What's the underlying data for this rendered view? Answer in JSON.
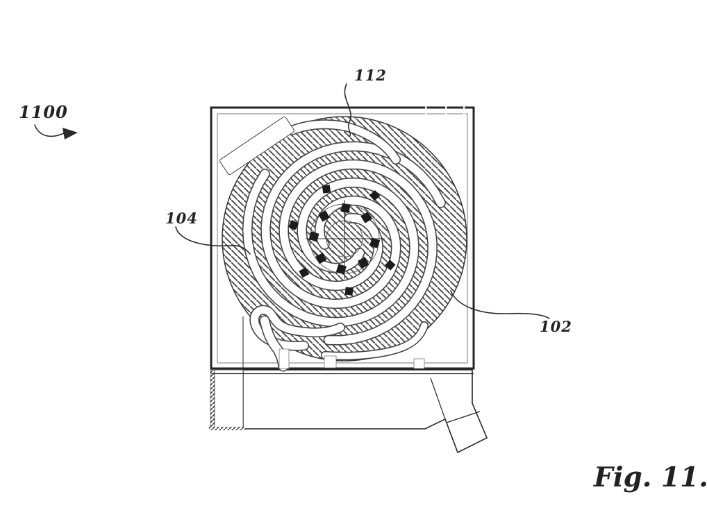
{
  "figure": {
    "caption": "Fig. 11.",
    "labels": {
      "l1100": "1100",
      "l112": "112",
      "l104": "104",
      "l102": "102"
    }
  },
  "colors": {
    "ink": "#2b2b2b",
    "paper": "#ffffff",
    "hatch_dark": "#333333",
    "hatch_light": "#4b4b4b"
  }
}
